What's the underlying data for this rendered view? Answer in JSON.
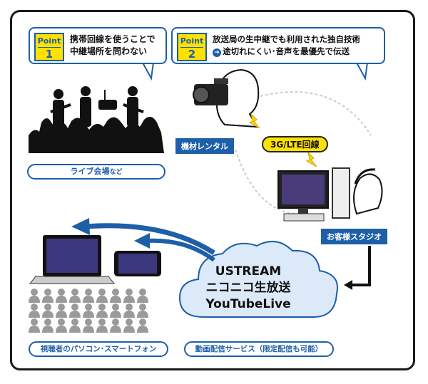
{
  "point1": {
    "badge_label": "Point",
    "badge_num": "1",
    "line1": "携帯回線を使うことで",
    "line2": "中継場所を問わない"
  },
  "point2": {
    "badge_label": "Point",
    "badge_num": "2",
    "line1": "放送局の生中継でも利用された独自技術",
    "line2": "途切れにくい･音声を最優先で伝送"
  },
  "venue_label": "ライブ会場",
  "venue_suffix": "など",
  "rental_label": "機材レンタル",
  "lte_label": "3G/LTE回線",
  "studio_label": "お客様スタジオ",
  "services": [
    "USTREAM",
    "ニコニコ生放送",
    "YouTubeLive"
  ],
  "service_caption": "動画配信サービス（限定配信も可能）",
  "viewer_label": "視聴者のパソコン･スマートフォン",
  "colors": {
    "accent": "#1d5fa8",
    "badge": "#ffe100",
    "cloud": "#dbe9f8"
  }
}
